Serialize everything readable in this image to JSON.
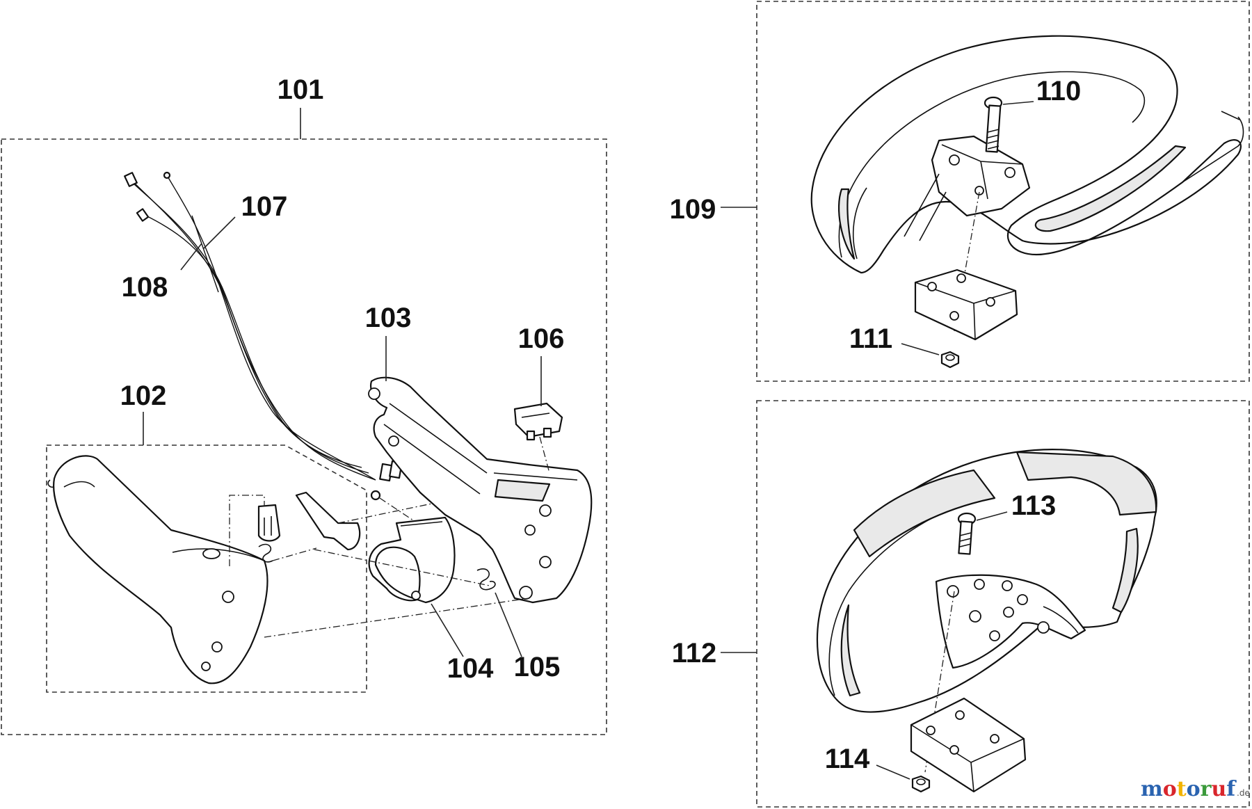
{
  "diagram": {
    "labels": {
      "l101": "101",
      "l102": "102",
      "l103": "103",
      "l104": "104",
      "l105": "105",
      "l106": "106",
      "l107": "107",
      "l108": "108",
      "l109": "109",
      "l110": "110",
      "l111": "111",
      "l112": "112",
      "l113": "113",
      "l114": "114"
    }
  },
  "watermark": {
    "text": "motoruf",
    "suffix": ".de",
    "colors": [
      "#2a63b0",
      "#d9262c",
      "#f2b300",
      "#2a63b0",
      "#3b9a3b",
      "#d9262c",
      "#2a63b0"
    ]
  }
}
